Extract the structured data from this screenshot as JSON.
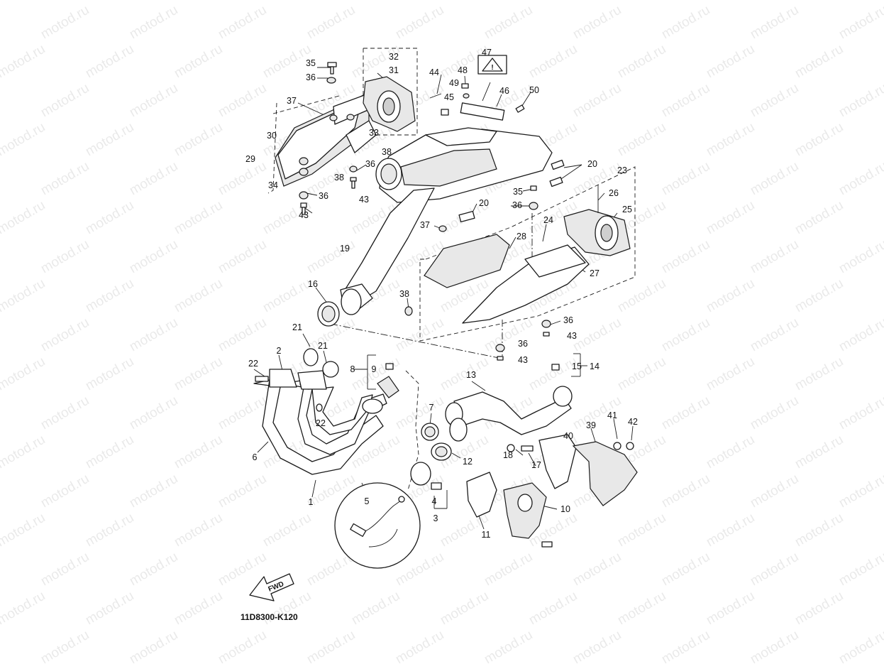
{
  "diagram": {
    "code": "11D8300-K120",
    "fwd_label": "FWD",
    "watermark_text": "motod.ru",
    "warning_symbol": "!",
    "colors": {
      "ink": "#1a1a1a",
      "background": "#ffffff"
    }
  },
  "callouts": [
    {
      "id": "c1",
      "text": "1"
    },
    {
      "id": "c2",
      "text": "2"
    },
    {
      "id": "c3",
      "text": "3"
    },
    {
      "id": "c4",
      "text": "4"
    },
    {
      "id": "c5",
      "text": "5"
    },
    {
      "id": "c6",
      "text": "6"
    },
    {
      "id": "c7",
      "text": "7"
    },
    {
      "id": "c8",
      "text": "8"
    },
    {
      "id": "c9",
      "text": "9"
    },
    {
      "id": "c10",
      "text": "10"
    },
    {
      "id": "c11",
      "text": "11"
    },
    {
      "id": "c12",
      "text": "12"
    },
    {
      "id": "c13",
      "text": "13"
    },
    {
      "id": "c14",
      "text": "14"
    },
    {
      "id": "c15",
      "text": "15"
    },
    {
      "id": "c16",
      "text": "16"
    },
    {
      "id": "c17",
      "text": "17"
    },
    {
      "id": "c18",
      "text": "18"
    },
    {
      "id": "c19",
      "text": "19"
    },
    {
      "id": "c20a",
      "text": "20"
    },
    {
      "id": "c20b",
      "text": "20"
    },
    {
      "id": "c21a",
      "text": "21"
    },
    {
      "id": "c21b",
      "text": "21"
    },
    {
      "id": "c22a",
      "text": "22"
    },
    {
      "id": "c22b",
      "text": "22"
    },
    {
      "id": "c23",
      "text": "23"
    },
    {
      "id": "c24",
      "text": "24"
    },
    {
      "id": "c25",
      "text": "25"
    },
    {
      "id": "c26",
      "text": "26"
    },
    {
      "id": "c27",
      "text": "27"
    },
    {
      "id": "c28",
      "text": "28"
    },
    {
      "id": "c29",
      "text": "29"
    },
    {
      "id": "c30",
      "text": "30"
    },
    {
      "id": "c31",
      "text": "31"
    },
    {
      "id": "c32",
      "text": "32"
    },
    {
      "id": "c33",
      "text": "33"
    },
    {
      "id": "c34",
      "text": "34"
    },
    {
      "id": "c35a",
      "text": "35"
    },
    {
      "id": "c35b",
      "text": "35"
    },
    {
      "id": "c36a",
      "text": "36"
    },
    {
      "id": "c36b",
      "text": "36"
    },
    {
      "id": "c36c",
      "text": "36"
    },
    {
      "id": "c36d",
      "text": "36"
    },
    {
      "id": "c36e",
      "text": "36"
    },
    {
      "id": "c36f",
      "text": "36"
    },
    {
      "id": "c37a",
      "text": "37"
    },
    {
      "id": "c37b",
      "text": "37"
    },
    {
      "id": "c38a",
      "text": "38"
    },
    {
      "id": "c38b",
      "text": "38"
    },
    {
      "id": "c38c",
      "text": "38"
    },
    {
      "id": "c39",
      "text": "39"
    },
    {
      "id": "c40",
      "text": "40"
    },
    {
      "id": "c41",
      "text": "41"
    },
    {
      "id": "c42",
      "text": "42"
    },
    {
      "id": "c43a",
      "text": "43"
    },
    {
      "id": "c43b",
      "text": "43"
    },
    {
      "id": "c43c",
      "text": "43"
    },
    {
      "id": "c43d",
      "text": "43"
    },
    {
      "id": "c44",
      "text": "44"
    },
    {
      "id": "c45",
      "text": "45"
    },
    {
      "id": "c46",
      "text": "46"
    },
    {
      "id": "c47",
      "text": "47"
    },
    {
      "id": "c48",
      "text": "48"
    },
    {
      "id": "c49",
      "text": "49"
    },
    {
      "id": "c50",
      "text": "50"
    }
  ]
}
